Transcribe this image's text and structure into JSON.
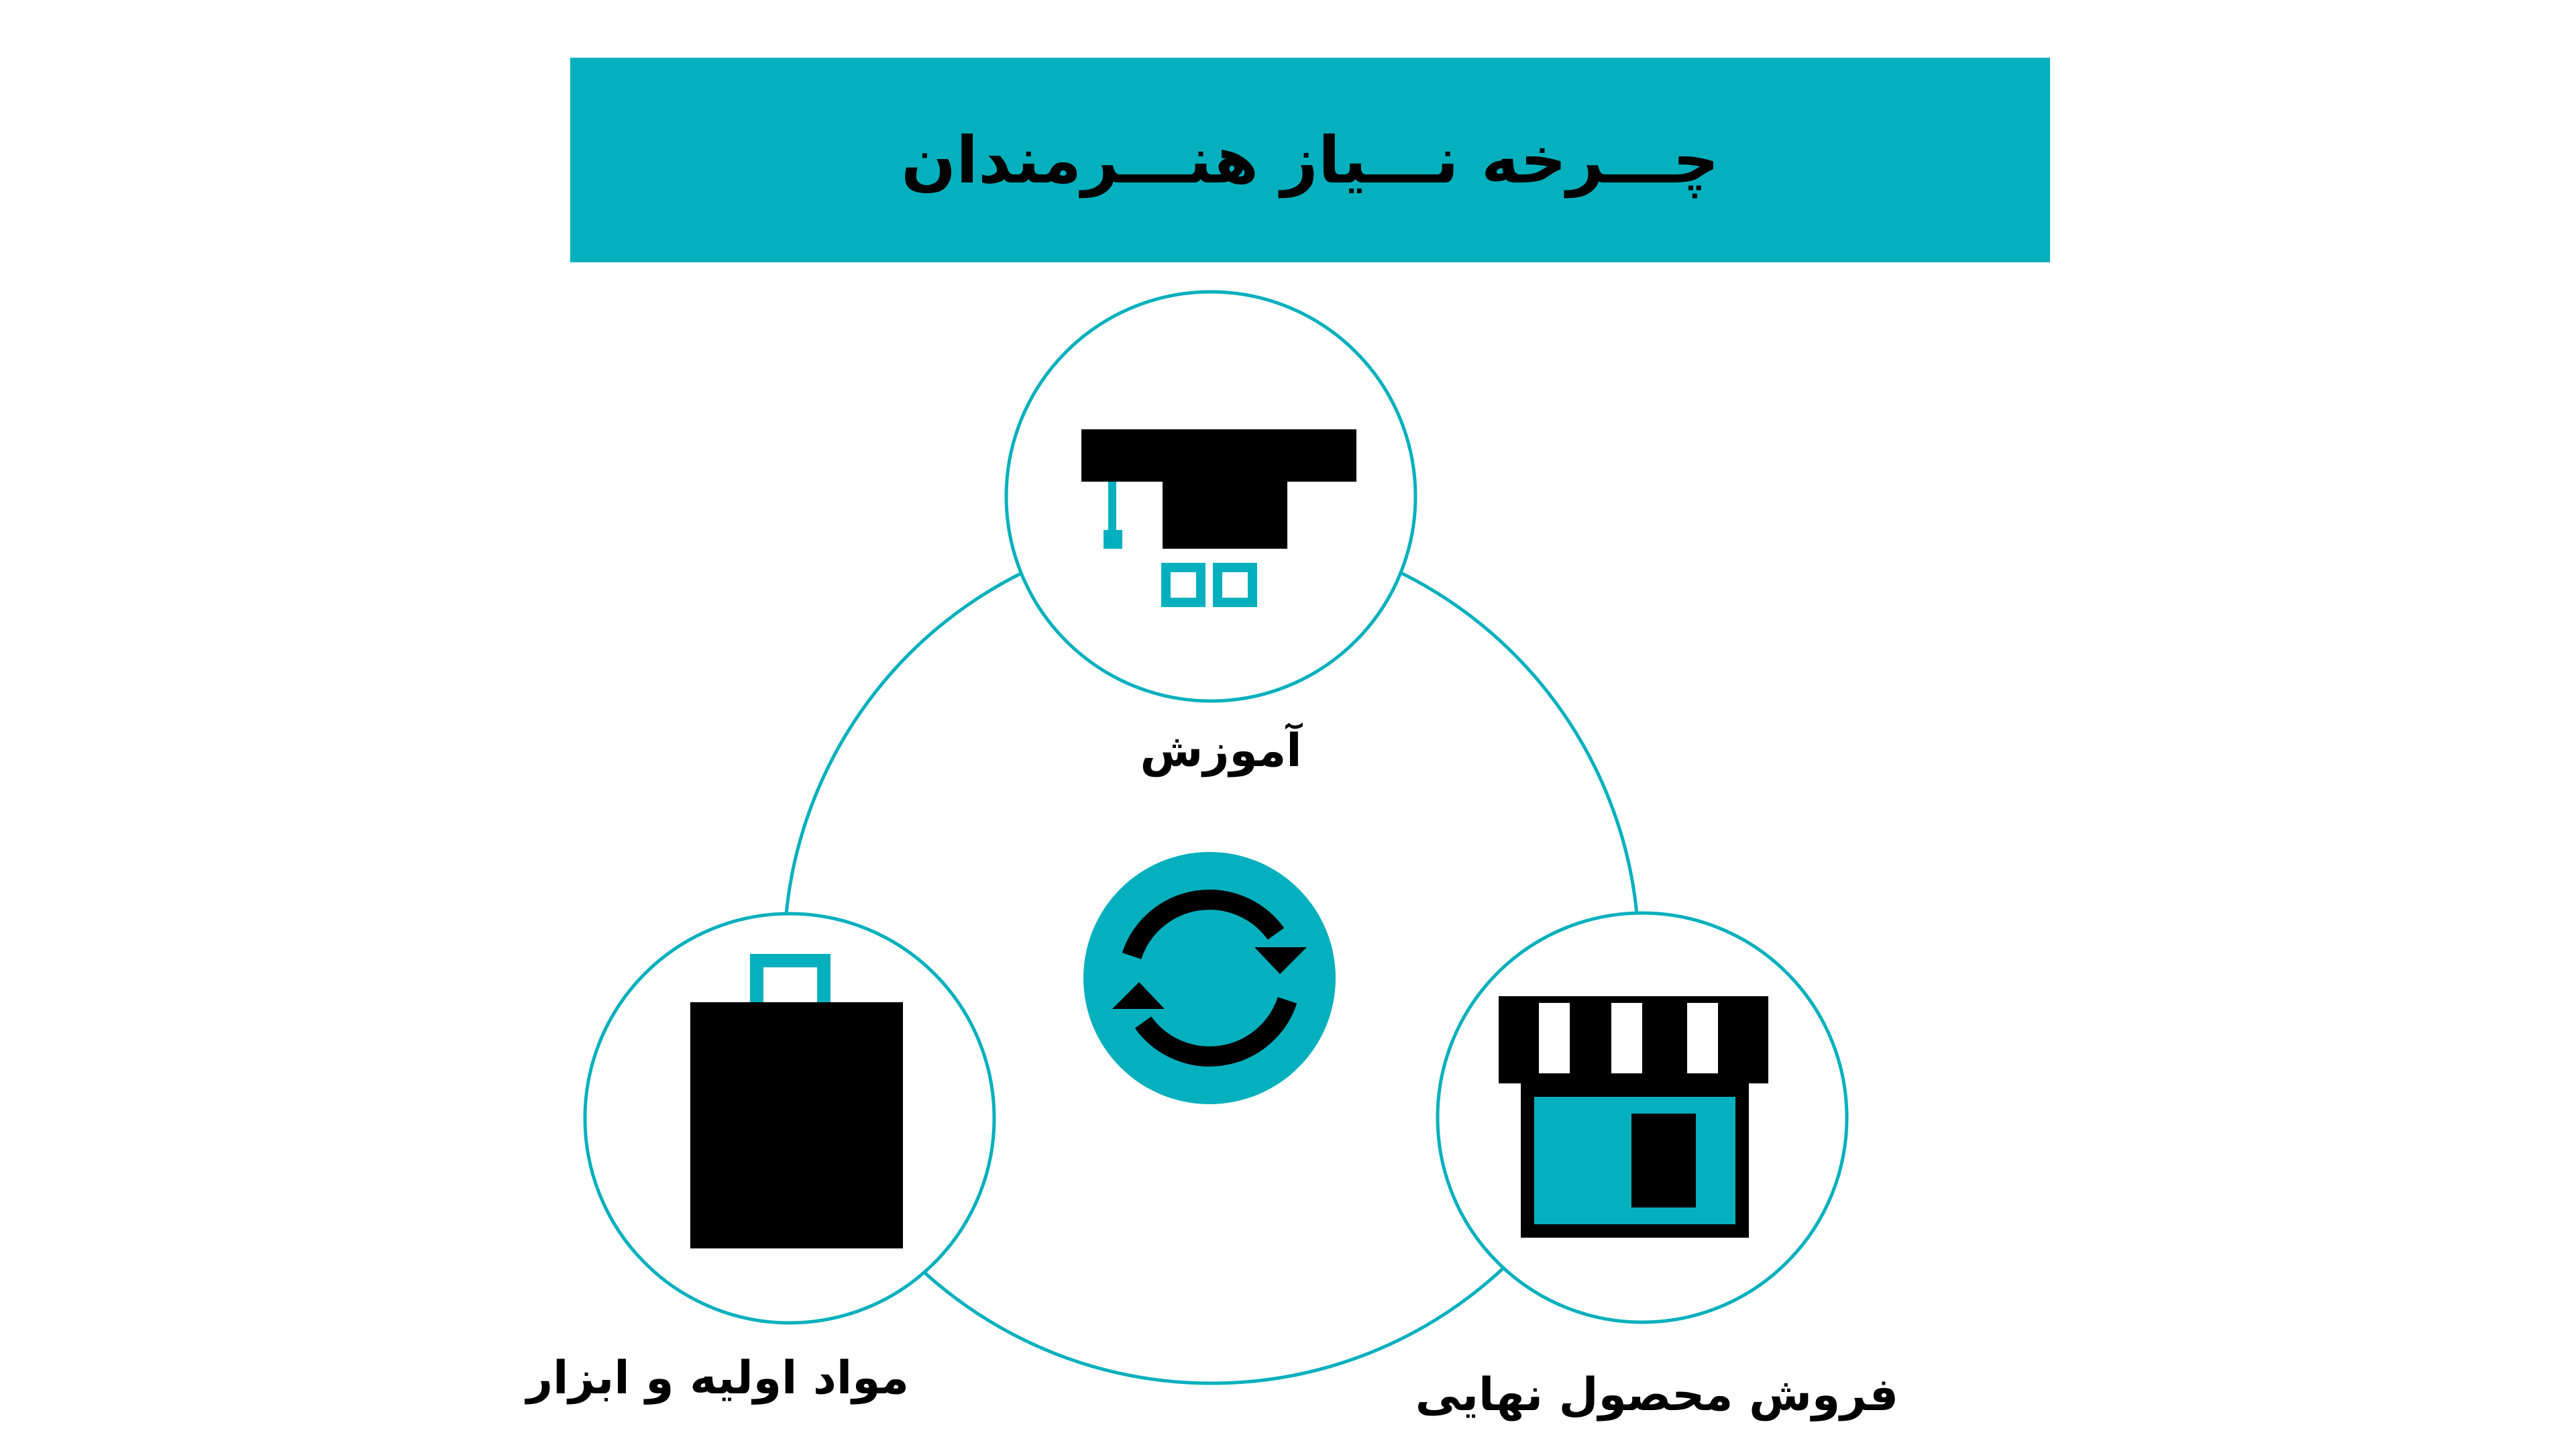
{
  "title": "چـــرخه نـــیاز هنـــرمندان",
  "colors": {
    "accent": "#04b0bd",
    "icon": "#000000",
    "background": "#ffffff"
  },
  "nodes": [
    {
      "label": "آموزش",
      "icon": "graduation-cap-icon"
    },
    {
      "label": "مواد اولیه و ابزار",
      "icon": "shopping-bag-icon"
    },
    {
      "label": "فروش محصول نهایی",
      "icon": "storefront-icon"
    }
  ],
  "center": {
    "icon": "cycle-arrows-icon"
  }
}
